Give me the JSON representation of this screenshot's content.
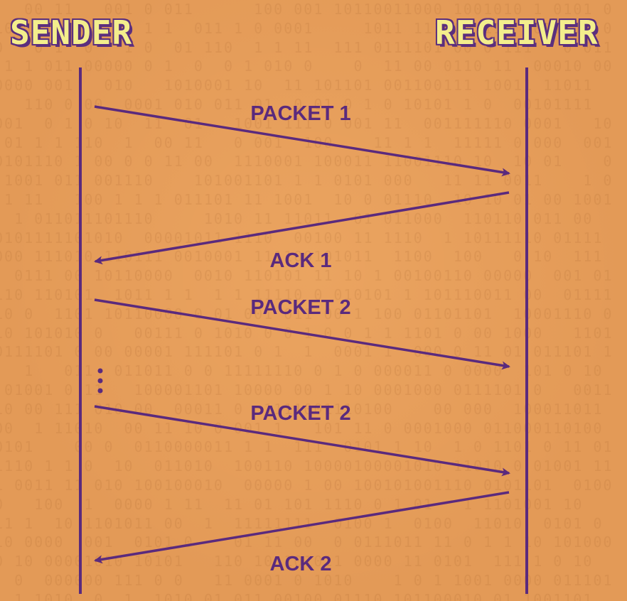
{
  "titles": {
    "sender": "SENDER",
    "receiver": "RECEIVER"
  },
  "messages": [
    {
      "label": "PACKET 1",
      "direction": "sender-to-receiver"
    },
    {
      "label": "ACK 1",
      "direction": "receiver-to-sender"
    },
    {
      "label": "PACKET 2",
      "direction": "sender-to-receiver"
    },
    {
      "label": "PACKET 2",
      "direction": "sender-to-receiver"
    },
    {
      "label": "ACK 2",
      "direction": "receiver-to-sender"
    }
  ],
  "colors": {
    "background": "#e39a57",
    "line": "#5a2a7d",
    "title_fill": "#f3ee8c",
    "title_outline": "#5b2f7e"
  }
}
